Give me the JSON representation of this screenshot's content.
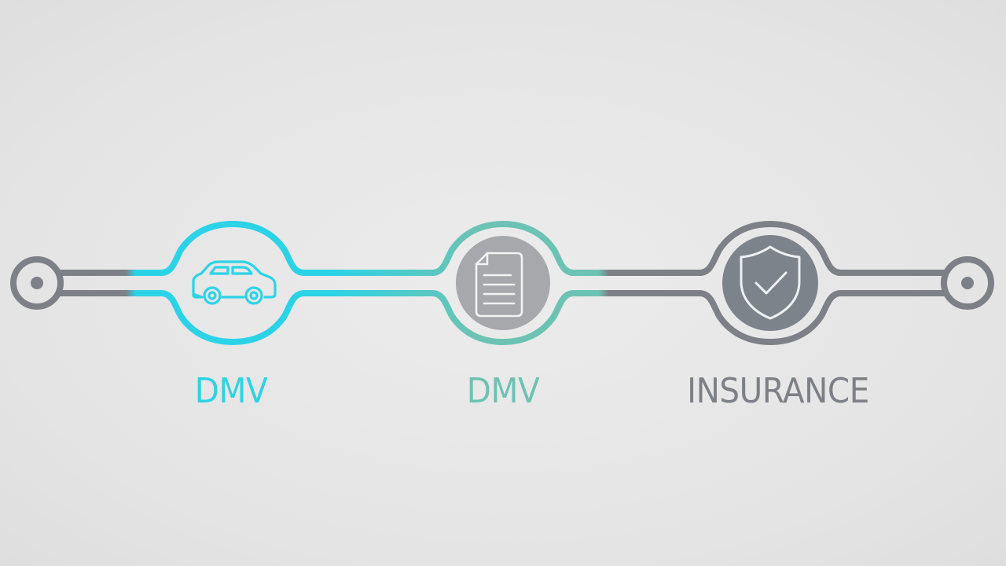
{
  "colors": {
    "background": "#e6e6e6",
    "gray": "#7d8086",
    "cyan": "#2cd3e6",
    "teal": "#6cc3b3",
    "doc_fill": "#a6a8ab",
    "shield_fill": "#7d838b"
  },
  "steps": [
    {
      "label": "DMV",
      "icon": "car-icon",
      "color": "#2cd3e6"
    },
    {
      "label": "DMV",
      "icon": "document-icon",
      "color": "#6cc3b3"
    },
    {
      "label": "INSURANCE",
      "icon": "shield-check-icon",
      "color": "#7d8086"
    }
  ]
}
